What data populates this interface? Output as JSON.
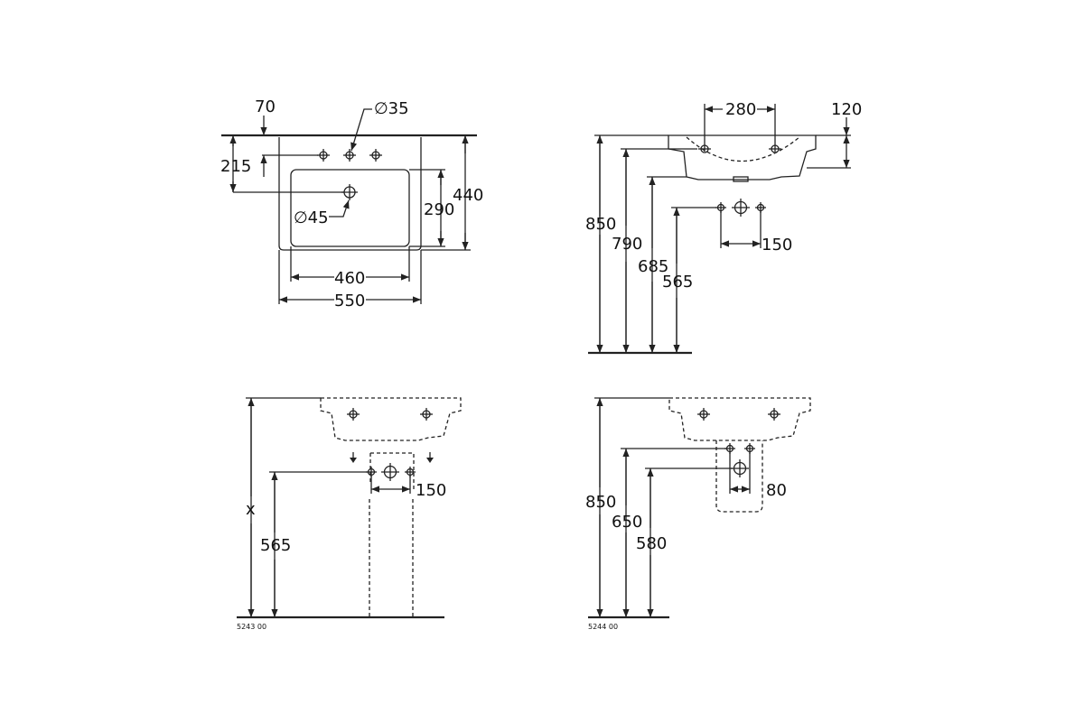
{
  "top_view": {
    "dims": {
      "d70": "70",
      "dia35": "∅35",
      "d215": "215",
      "d440": "440",
      "d290": "290",
      "dia45": "∅45",
      "d460": "460",
      "d550": "550"
    }
  },
  "side_view": {
    "dims": {
      "d280": "280",
      "d120": "120",
      "d850": "850",
      "d790": "790",
      "d685": "685",
      "d565": "565",
      "d150": "150"
    }
  },
  "pedestal_view": {
    "dims": {
      "dx": "x",
      "d565": "565",
      "d150": "150"
    },
    "code": "5243 00"
  },
  "semi_pedestal_view": {
    "dims": {
      "d850": "850",
      "d650": "650",
      "d580": "580",
      "d80": "80"
    },
    "code": "5244 00"
  }
}
